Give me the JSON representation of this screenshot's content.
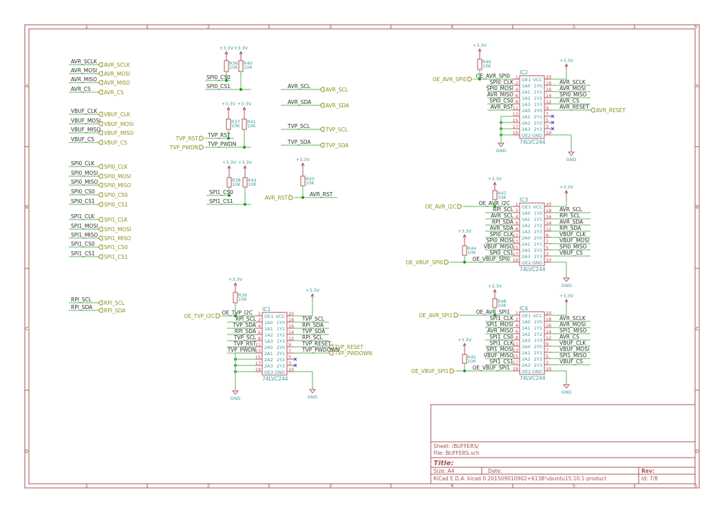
{
  "frame": {
    "columns": [
      "1",
      "2",
      "3",
      "4",
      "5",
      "6"
    ],
    "rows": [
      "A",
      "B",
      "C",
      "D"
    ]
  },
  "title_block": {
    "sheet": "Sheet: /BUFFERS/",
    "file": "File: BUFFERS.sch",
    "title": "Title:",
    "size": "Size: A4",
    "date": "Date:",
    "rev": "Rev:",
    "app": "KiCad E.D.A.  kicad 0.201509010902+6138²ubuntu15.10.1-product",
    "id": "Id: 7/8"
  },
  "left_nets": [
    "AVR_SCLK",
    "AVR_MOSI",
    "AVR_MISO",
    "AVR_CS",
    "VBUF_CLK",
    "VBUF_MOSI",
    "VBUF_MISO",
    "VBUF_CS",
    "SPI0_CLK",
    "SPI0_MOSI",
    "SPI0_MISO",
    "SPI0_CS0",
    "SPI0_CS1",
    "SPI1_CLK",
    "SPI1_MOSI",
    "SPI1_MISO",
    "SPI1_CS0",
    "SPI1_CS1",
    "RPI_SCL",
    "RPI_SDA"
  ],
  "i2c_nets": [
    "AVR_SCL",
    "AVR_SDA",
    "TVP_SCL",
    "TVP_SDA"
  ],
  "pullups": [
    {
      "ref": "R36",
      "value": "10K",
      "power": "+3.3V",
      "net": "SPI0_CS0",
      "global": ""
    },
    {
      "ref": "R40",
      "value": "10K",
      "power": "+3.3V",
      "net": "SPI0_CS1",
      "global": ""
    },
    {
      "ref": "R37",
      "value": "10K",
      "power": "+3.3V",
      "net": "TVP_RST",
      "global": "TVP_RST"
    },
    {
      "ref": "R41",
      "value": "10K",
      "power": "+3.3V",
      "net": "TVP_PWDN",
      "global": "TVP_PWDN"
    },
    {
      "ref": "R38",
      "value": "10K",
      "power": "+3.3V",
      "net": "SPI1_CS0",
      "global": ""
    },
    {
      "ref": "R42",
      "value": "10K",
      "power": "+3.3V",
      "net": "SPI1_CS1",
      "global": ""
    },
    {
      "ref": "R43",
      "value": "10K",
      "power": "+3.3V",
      "net": "AVR_RST",
      "global": "AVR_RST"
    }
  ],
  "pin_names": {
    "left": [
      "OE1",
      "1A0",
      "1A1",
      "1A2",
      "1A3",
      "2A0",
      "2A1",
      "2A2",
      "2A3",
      "OE2"
    ],
    "right": [
      "VCC",
      "1Y0",
      "1Y1",
      "1Y2",
      "1Y3",
      "2Y0",
      "2Y1",
      "2Y2",
      "2Y3",
      "GND"
    ]
  },
  "ics": [
    {
      "ref": "IC1",
      "part": "74LVC244",
      "vcc": "+3.3V",
      "gnd": "GND",
      "tie_gnd": "GND",
      "oe1": {
        "global": "OE_TVP_I2C",
        "net": "OE_TVP_I2C",
        "res": {
          "ref": "R39",
          "value": "10K",
          "power": "+3.3V"
        }
      },
      "oe2": null,
      "left": [
        {
          "num": "1",
          "net": ""
        },
        {
          "num": "2",
          "net": "RPI_SCL"
        },
        {
          "num": "4",
          "net": "TVP_SDA"
        },
        {
          "num": "6",
          "net": "RPI_SDA"
        },
        {
          "num": "8",
          "net": "TVP_SCL"
        },
        {
          "num": "11",
          "net": "TVP_RST"
        },
        {
          "num": "13",
          "net": "TVP_PWDN"
        },
        {
          "num": "15",
          "net": ""
        },
        {
          "num": "17",
          "net": ""
        },
        {
          "num": "19",
          "net": ""
        }
      ],
      "right": [
        {
          "num": "20",
          "net": "",
          "global": ""
        },
        {
          "num": "18",
          "net": "TVP_SCL",
          "global": ""
        },
        {
          "num": "16",
          "net": "RPI_SDA",
          "global": ""
        },
        {
          "num": "14",
          "net": "TVP_SDA",
          "global": ""
        },
        {
          "num": "12",
          "net": "RPI_SCL",
          "global": ""
        },
        {
          "num": "9",
          "net": "TVP_RESET",
          "global": "TVP_RESET"
        },
        {
          "num": "7",
          "net": "TVP_PWDOWN",
          "global": "TVP_PWDOWN"
        },
        {
          "num": "5",
          "net": "",
          "global": ""
        },
        {
          "num": "3",
          "net": "",
          "global": ""
        },
        {
          "num": "10",
          "net": "",
          "global": ""
        }
      ]
    },
    {
      "ref": "IC2",
      "part": "74LVC244",
      "vcc": "+3.3V",
      "gnd": "GND",
      "tie_gnd": "GND",
      "oe1": {
        "global": "OE_AVR_SPI0",
        "net": "OE_AVR_SPI0",
        "res": {
          "ref": "R46",
          "value": "10K",
          "power": "+3.3V"
        }
      },
      "oe2": null,
      "left": [
        {
          "num": "1",
          "net": ""
        },
        {
          "num": "2",
          "net": "SPI0_CLK"
        },
        {
          "num": "4",
          "net": "SPI0_MOSI"
        },
        {
          "num": "6",
          "net": "AVR_MISO"
        },
        {
          "num": "8",
          "net": "SPI0_CS0"
        },
        {
          "num": "11",
          "net": "AVR_RST"
        },
        {
          "num": "13",
          "net": ""
        },
        {
          "num": "15",
          "net": ""
        },
        {
          "num": "17",
          "net": ""
        },
        {
          "num": "19",
          "net": ""
        }
      ],
      "right": [
        {
          "num": "20",
          "net": "",
          "global": ""
        },
        {
          "num": "18",
          "net": "AVR_SCLK",
          "global": ""
        },
        {
          "num": "16",
          "net": "AVR_MOSI",
          "global": ""
        },
        {
          "num": "14",
          "net": "SPI0_MISO",
          "global": ""
        },
        {
          "num": "12",
          "net": "AVR_CS",
          "global": ""
        },
        {
          "num": "9",
          "net": "AVR_RESET",
          "global": "AVR_RESET"
        },
        {
          "num": "7",
          "net": "",
          "global": ""
        },
        {
          "num": "5",
          "net": "",
          "global": ""
        },
        {
          "num": "3",
          "net": "",
          "global": ""
        },
        {
          "num": "10",
          "net": "",
          "global": ""
        }
      ]
    },
    {
      "ref": "IC3",
      "part": "74LVC244",
      "vcc": "+3.3V",
      "gnd": "GND",
      "tie_gnd": "",
      "oe1": {
        "global": "OE_AVR_I2C",
        "net": "OE_AVR_I2C",
        "res": {
          "ref": "R47",
          "value": "10K",
          "power": "+3.3V"
        }
      },
      "oe2": {
        "global": "OE_VBUF_SPI0",
        "net": "OE_VBUF_SPI0",
        "res": {
          "ref": "R44",
          "value": "10K",
          "power": "+3.3V"
        }
      },
      "left": [
        {
          "num": "1",
          "net": ""
        },
        {
          "num": "2",
          "net": "RPI_SCL"
        },
        {
          "num": "4",
          "net": "AVR_SCL"
        },
        {
          "num": "6",
          "net": "RPI_SDA"
        },
        {
          "num": "8",
          "net": "AVR_SDA"
        },
        {
          "num": "11",
          "net": "SPI0_CLK"
        },
        {
          "num": "13",
          "net": "SPI0_MOSI"
        },
        {
          "num": "15",
          "net": "VBUF_MISO"
        },
        {
          "num": "17",
          "net": "SPI0_CS1"
        },
        {
          "num": "19",
          "net": ""
        }
      ],
      "right": [
        {
          "num": "20",
          "net": "",
          "global": ""
        },
        {
          "num": "18",
          "net": "AVR_SCL",
          "global": ""
        },
        {
          "num": "16",
          "net": "RPI_SCL",
          "global": ""
        },
        {
          "num": "14",
          "net": "AVR_SDA",
          "global": ""
        },
        {
          "num": "12",
          "net": "RPI_SDA",
          "global": ""
        },
        {
          "num": "9",
          "net": "VBUF_CLK",
          "global": ""
        },
        {
          "num": "7",
          "net": "VBUF_MOSI",
          "global": ""
        },
        {
          "num": "5",
          "net": "SPI0_MISO",
          "global": ""
        },
        {
          "num": "3",
          "net": "VBUF_CS",
          "global": ""
        },
        {
          "num": "10",
          "net": "",
          "global": ""
        }
      ]
    },
    {
      "ref": "IC4",
      "part": "74LVC244",
      "vcc": "+3.3V",
      "gnd": "GND",
      "tie_gnd": "",
      "oe1": {
        "global": "OE_AVR_SPI1",
        "net": "OE_AVR_SPI1",
        "res": {
          "ref": "R48",
          "value": "10K",
          "power": "+3.3V"
        }
      },
      "oe2": {
        "global": "OE_VBUF_SPI1",
        "net": "OE_VBUF_SPI1",
        "res": {
          "ref": "R45",
          "value": "10K",
          "power": "+3.3V"
        }
      },
      "left": [
        {
          "num": "1",
          "net": ""
        },
        {
          "num": "2",
          "net": "SPI1_CLK"
        },
        {
          "num": "4",
          "net": "SPI1_MOSI"
        },
        {
          "num": "6",
          "net": "AVR_MISO"
        },
        {
          "num": "8",
          "net": "SPI1_CS0"
        },
        {
          "num": "11",
          "net": "SPI1_CLK"
        },
        {
          "num": "13",
          "net": "SPI1_MOSI"
        },
        {
          "num": "15",
          "net": "VBUF_MISO"
        },
        {
          "num": "17",
          "net": "SPI1_CS1"
        },
        {
          "num": "19",
          "net": ""
        }
      ],
      "right": [
        {
          "num": "20",
          "net": "",
          "global": ""
        },
        {
          "num": "18",
          "net": "AVR_SCLK",
          "global": ""
        },
        {
          "num": "16",
          "net": "AVR_MOSI",
          "global": ""
        },
        {
          "num": "14",
          "net": "SPI1_MISO",
          "global": ""
        },
        {
          "num": "12",
          "net": "AVR_CS",
          "global": ""
        },
        {
          "num": "9",
          "net": "VBUF_CLK",
          "global": ""
        },
        {
          "num": "7",
          "net": "VBUF_MOSI",
          "global": ""
        },
        {
          "num": "5",
          "net": "SPI1_MISO",
          "global": ""
        },
        {
          "num": "3",
          "net": "VBUF_CS",
          "global": ""
        },
        {
          "num": "10",
          "net": "",
          "global": ""
        }
      ]
    }
  ]
}
